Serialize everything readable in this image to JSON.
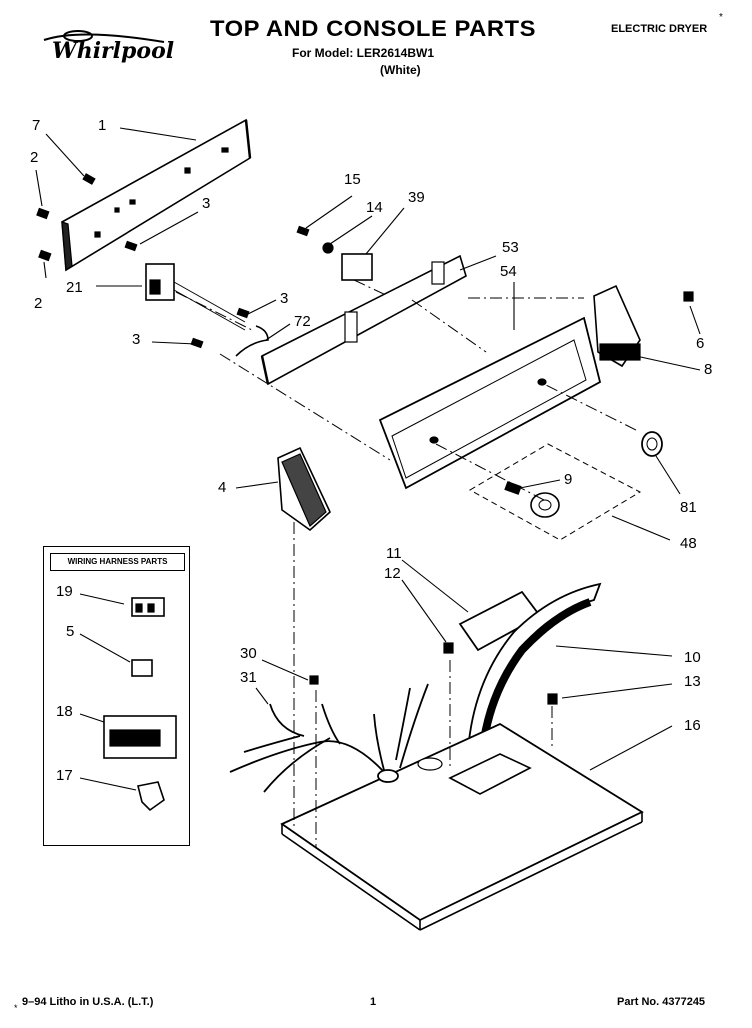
{
  "header": {
    "title": "TOP AND CONSOLE PARTS",
    "model_line": "For Model: LER2614BW1",
    "color_line": "(White)",
    "product": "ELECTRIC DRYER",
    "corner_mark": "*"
  },
  "brand": {
    "name": "Whirlpool"
  },
  "inset": {
    "title": "WIRING HARNESS PARTS"
  },
  "callouts": {
    "c7": "7",
    "c1": "1",
    "c2a": "2",
    "c3a": "3",
    "c21": "21",
    "c2b": "2",
    "c15": "15",
    "c14": "14",
    "c39": "39",
    "c53": "53",
    "c54": "54",
    "c3b": "3",
    "c72": "72",
    "c3c": "3",
    "c6": "6",
    "c8": "8",
    "c4": "4",
    "c9": "9",
    "c81": "81",
    "c48": "48",
    "c11": "11",
    "c12": "12",
    "c10": "10",
    "c13": "13",
    "c16": "16",
    "c30": "30",
    "c31": "31",
    "c19": "19",
    "c5": "5",
    "c18": "18",
    "c17": "17"
  },
  "footer": {
    "mark": "*",
    "litho": "9–94 Litho in U.S.A. (L.T.)",
    "page": "1",
    "part_no": "Part No. 4377245"
  }
}
